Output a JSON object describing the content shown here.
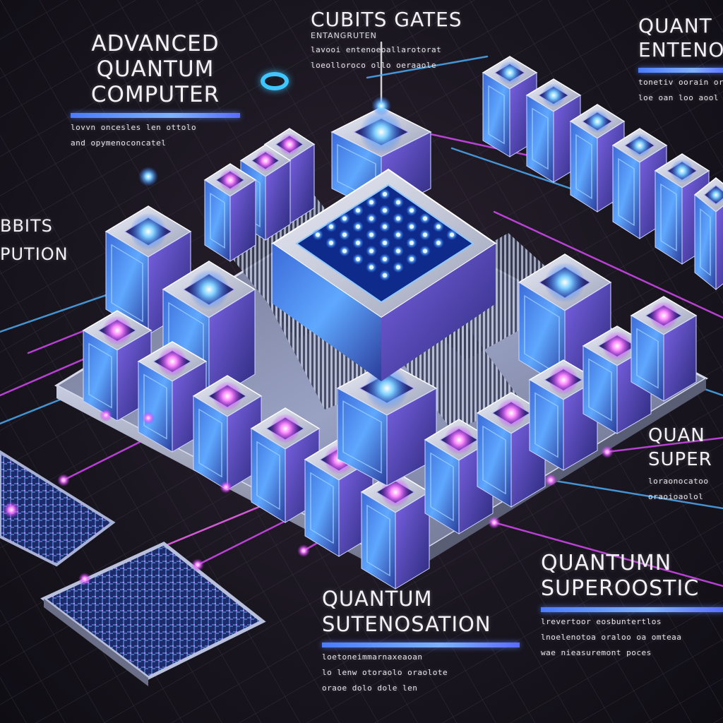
{
  "colors": {
    "background": "#1a1620",
    "glow_blue": "#4fb4ff",
    "glow_magenta": "#e04bff",
    "chip_silver": "#c9ccd8",
    "accent_bar": "#4a7cff"
  },
  "labels": {
    "advanced": {
      "title_line1": "ADVANCED",
      "title_line2": "QUANTUM",
      "title_line3": "COMPUTER",
      "sub_line1": "lovvn oncesles len ottolo",
      "sub_line2": "and opymenoconcatel"
    },
    "qubits_gates": {
      "title": "CUBITS GATES",
      "mini": "ENTANGRUTEN",
      "sub_line1": "lavooi entenoeoallarotorat",
      "sub_line2": "loeolloroco ollo oeraaole"
    },
    "entanglement": {
      "title_line1": "QUANT",
      "title_line2": "ENTENO",
      "sub_line1": "tonetiv oorain oro dolo",
      "sub_line2": "loe oan loo aool"
    },
    "left_partial": {
      "title_line1": "BBITS",
      "title_line2": "PUTION"
    },
    "super_right": {
      "title_line1": "QUAN",
      "title_line2": "SUPER",
      "sub_line1": "loraonocatoo",
      "sub_line2": "oraoioaolol"
    },
    "superposition": {
      "title_line1": "QUANTUMN",
      "title_line2": "SUPEROOSTIC",
      "sub_line1": "lrevertoor eosbuntertlos",
      "sub_line2": "lnoelenotoa oraloo oa omteaa",
      "sub_line3": "wae nieasuremont poces"
    },
    "sutenosation": {
      "title_line1": "QUANTUM",
      "title_line2": "SUTENOSATION",
      "sub_line1": "loetoneimmarnaxeaoan",
      "sub_line2": "lo lenw otoraolo oraolote",
      "sub_line3": "oraoe dolo dole len"
    }
  }
}
